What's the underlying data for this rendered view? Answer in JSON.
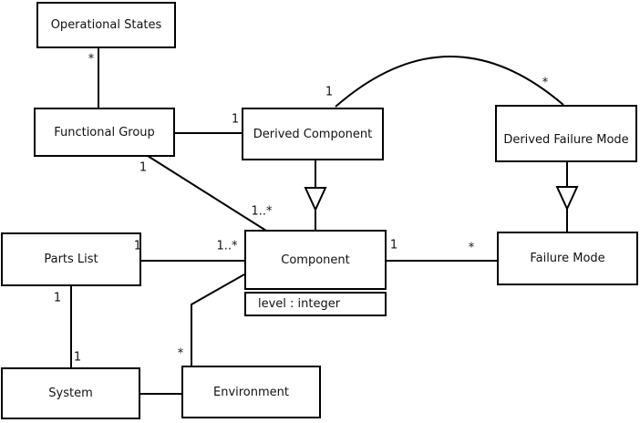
{
  "diagram": {
    "type": "uml-class-diagram",
    "background_color": "#ffffff",
    "line_color": "#000000",
    "classes": {
      "operational_states": "Operational States",
      "functional_group": "Functional Group",
      "derived_component": "Derived Component",
      "derived_failure_mode": "Derived Failure Mode",
      "parts_list": "Parts List",
      "component": "Component",
      "component_attribute": "level : integer",
      "failure_mode": "Failure Mode",
      "system": "System",
      "environment": "Environment"
    },
    "multiplicities": {
      "operational_states_functional_group": "*",
      "functional_group_derived_component": "1",
      "functional_group_component_source": "1",
      "functional_group_component_target": "1..*",
      "derived_component_arc_source": "1",
      "derived_failure_mode_arc_target": "*",
      "parts_list_component_source": "1",
      "parts_list_component_target": "1..*",
      "component_failure_mode_source": "1",
      "component_failure_mode_target": "*",
      "parts_list_system_source": "1",
      "parts_list_system_target": "1",
      "environment_component": "*"
    }
  }
}
